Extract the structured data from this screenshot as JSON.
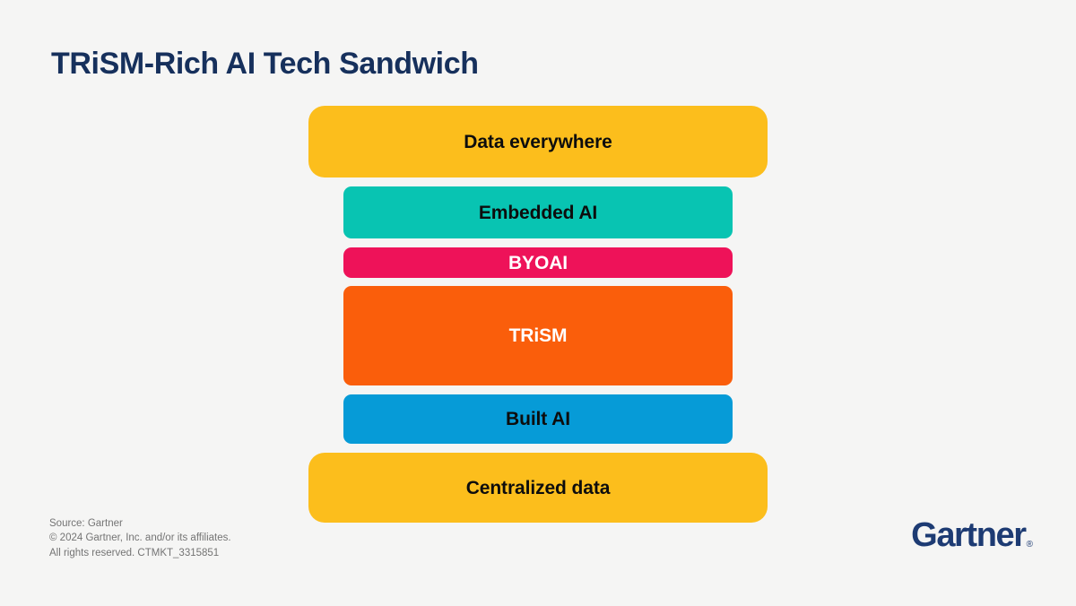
{
  "page": {
    "title": "TRiSM-Rich AI Tech Sandwich",
    "background_color": "#f5f5f4",
    "title_color": "#16305c"
  },
  "chart_data": {
    "type": "bar",
    "title": "TRiSM-Rich AI Tech Sandwich",
    "xlabel": "",
    "ylabel": "",
    "orientation": "stacked-layers",
    "categories": [
      "Data everywhere",
      "Embedded AI",
      "BYOAI",
      "TRiSM",
      "Built AI",
      "Centralized data"
    ],
    "values": [
      80,
      58,
      34,
      111,
      55,
      78
    ],
    "colors": [
      "#fcbe1c",
      "#08c4b2",
      "#ee1259",
      "#fa5e0b",
      "#069bd7",
      "#fcbe1c"
    ],
    "text_colors": [
      "#0d0d0d",
      "#0d0d0d",
      "#ffffff",
      "#ffffff",
      "#0d0d0d",
      "#0d0d0d"
    ],
    "widths": [
      512,
      434,
      434,
      434,
      434,
      512
    ],
    "legend": [],
    "grid": false
  },
  "layers": [
    {
      "label": "Data everywhere",
      "color": "#fcbe1c",
      "text_color": "#0d0d0d",
      "role": "bread",
      "height": 80
    },
    {
      "label": "Embedded AI",
      "color": "#08c4b2",
      "text_color": "#0d0d0d",
      "role": "filling",
      "height": 58
    },
    {
      "label": "BYOAI",
      "color": "#ee1259",
      "text_color": "#ffffff",
      "role": "filling",
      "height": 34
    },
    {
      "label": "TRiSM",
      "color": "#fa5e0b",
      "text_color": "#ffffff",
      "role": "filling",
      "height": 111
    },
    {
      "label": "Built AI",
      "color": "#069bd7",
      "text_color": "#0d0d0d",
      "role": "filling",
      "height": 55
    },
    {
      "label": "Centralized data",
      "color": "#fcbe1c",
      "text_color": "#0d0d0d",
      "role": "bread",
      "height": 78
    }
  ],
  "footer": {
    "source_note": "Source: Gartner\n© 2024 Gartner, Inc. and/or its affiliates.\nAll rights reserved. CTMKT_3315851",
    "brand_name": "Gartner",
    "brand_registered_mark": "®",
    "brand_color": "#1d3b73"
  }
}
